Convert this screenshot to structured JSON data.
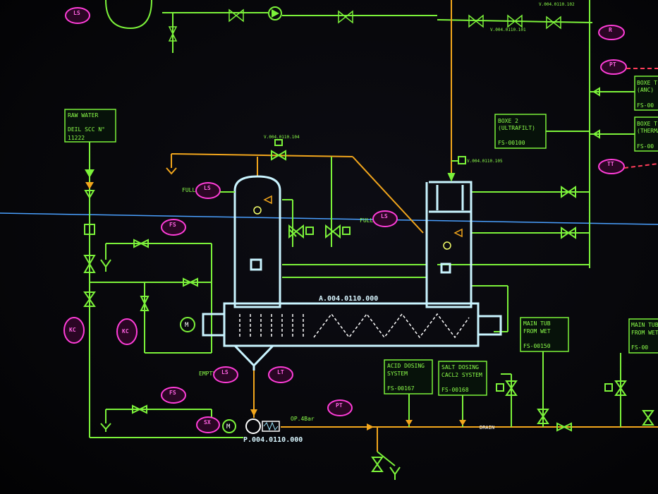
{
  "colors": {
    "process_line": "#7cf23a",
    "utility_line": "#f2a61c",
    "vessel": "#c9f4ff",
    "instrument": "#ff3dd8",
    "cursor_line": "#4aa0ff"
  },
  "equipment": {
    "mixer": "A.004.0110.000",
    "pump": "P.004.0110.000"
  },
  "boxes": {
    "raw_water": {
      "l1": "RAW WATER",
      "l2": "DEIL SCC N°",
      "l3": "11222"
    },
    "boxe_ultrafilt": {
      "l1": "BOXE 2",
      "l2": "(ULTRAFILT)",
      "l3": "FS-00100"
    },
    "acid_dosing": {
      "l1": "ACID DOSING",
      "l2": "SYSTEM",
      "l3": "FS-00167"
    },
    "salt_dosing": {
      "l1": "SALT DOSING",
      "l2": "CACL2 SYSTEM",
      "l3": "FS-00168"
    },
    "main_tub": {
      "l1": "MAIN TUB",
      "l2": "FROM WET",
      "l3": "FS-00150"
    },
    "right_top": {
      "l1": "BOXE T",
      "l2": "(ANC)",
      "l3": "FS-00"
    },
    "right_mid": {
      "l1": "BOXE T",
      "l2": "(THERMA)",
      "l3": "FS-00"
    },
    "right_low": {
      "l1": "MAIN TUB",
      "l2": "FROM WET",
      "l3": "FS-00"
    }
  },
  "instruments": {
    "ls_top": "LS",
    "ls_full": "LS",
    "ls_full2": "LS",
    "ls_empty": "LS",
    "lt": "LT",
    "fs1": "FS",
    "fs2": "FS",
    "pt": "PT",
    "sx": "SX",
    "r_top": "R",
    "pt_right": "PT",
    "tt_right": "TT",
    "kc1": "KC",
    "kc2": "KC"
  },
  "labels": {
    "full": "FULL",
    "full2": "FULL",
    "empty": "EMPTY",
    "mot": "M",
    "mot2": "M",
    "valve_top": "V.004.0110.104",
    "valve_mid": "V.004.0110.105",
    "valve_r1": "V.004.0110.101",
    "valve_r2": "V.004.0110.102",
    "drain": "DRAIN",
    "op": "OP.4Bar"
  }
}
